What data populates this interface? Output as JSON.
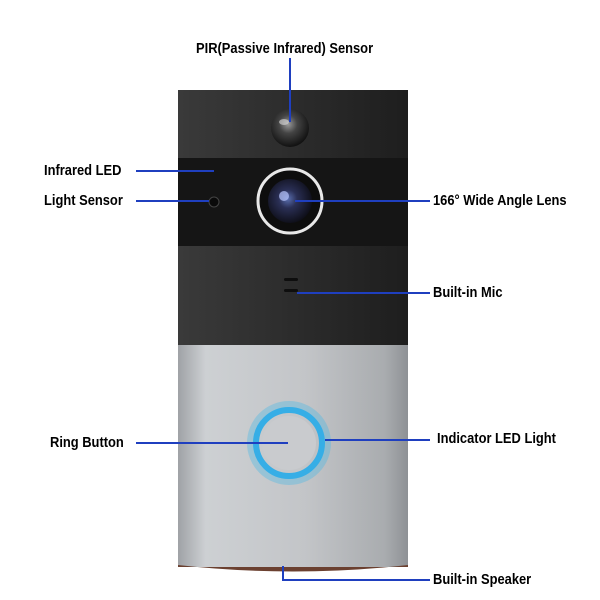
{
  "labels": {
    "pir_sensor": "PIR(Passive Infrared) Sensor",
    "infrared_led": "Infrared LED",
    "light_sensor": "Light Sensor",
    "wide_angle_lens": "166° Wide Angle Lens",
    "built_in_mic": "Built-in Mic",
    "ring_button": "Ring Button",
    "indicator_led": "Indicator LED Light",
    "built_in_speaker": "Built-in Speaker"
  },
  "colors": {
    "leader_line": "#1f3fbf",
    "label_text": "#000000",
    "ring_glow": "#3fb6e8",
    "body_dark": "#2b2b2b",
    "body_silver": "#c4c6c9"
  }
}
